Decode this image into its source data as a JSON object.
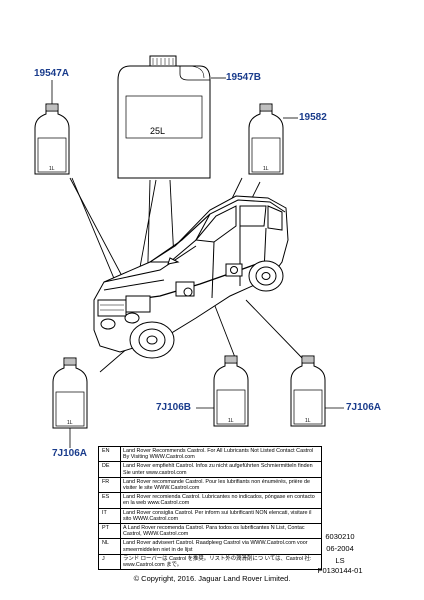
{
  "parts": {
    "p19547A": "19547A",
    "p19547B": "19547B",
    "p19582": "19582",
    "p7J106A_left": "7J106A",
    "p7J106B": "7J106B",
    "p7J106A_right": "7J106A"
  },
  "containers": {
    "drum_volume": "25L",
    "bottle_volume": "1L"
  },
  "notes": [
    {
      "code": "EN",
      "text": "Land Rover Recommends Castrol.  For All Lubricants Not Listed Contact Castrol By Visiting WWW.Castrol.com"
    },
    {
      "code": "DE",
      "text": "Land Rover empfiehlt Castrol.  Infos zu nicht aufgeführten Schmiermitteln finden Sie unter www.castrol.com"
    },
    {
      "code": "FR",
      "text": "Land Rover recommande Castrol.  Pour les lubrifiants non énumérés, prière de visiter le site WWW.Castrol.com"
    },
    {
      "code": "ES",
      "text": "Land Rover recomienda Castrol.  Lubricantes no indicados, póngase en contacto en la web www.Castrol.com"
    },
    {
      "code": "IT",
      "text": "Land Rover consiglia Castrol.  Per inform sui lubrificanti NON elencati, visitare il sito WWW.Castrol.com"
    },
    {
      "code": "PT",
      "text": "A Land Rover recomenda Castrol.  Para todos os lubrificantes N List, Contac Castrol, WWW.Castrol.com"
    },
    {
      "code": "NL",
      "text": "Land Rover adviseert Castrol.  Raadpleeg Castrol via WWW.Castrol.com voor smeermiddelen niet in de lijst"
    },
    {
      "code": "J",
      "text": "ランド ローバーは Castrol を推奨。リスト外の潤滑剤につ いては、Castrol 社: www.Castrol.com まで。"
    }
  ],
  "reference": {
    "number": "6030210",
    "date": "06-2004",
    "initials": "LS",
    "plate": "P0130144-01"
  },
  "copyright": "© Copyright, 2016. Jaguar Land Rover Limited."
}
